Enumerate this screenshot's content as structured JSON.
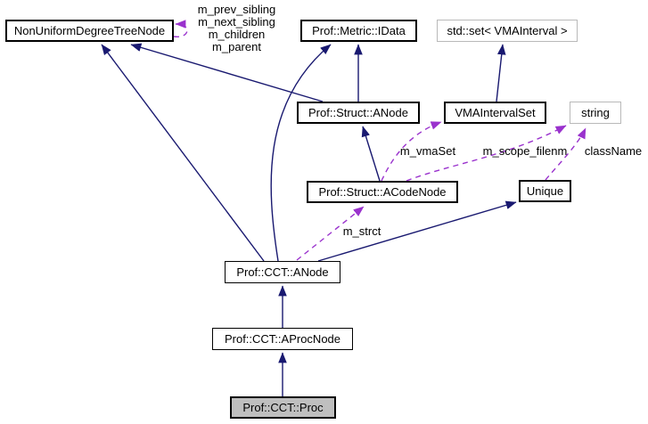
{
  "diagram": {
    "kind": "doxygen-collaboration-graph",
    "colors": {
      "inheritance_edge": "#191970",
      "usage_edge": "#9a32cd",
      "node_border": "#000000",
      "external_node_border": "#b9b9b9",
      "current_node_fill": "#bfbfbf",
      "background": "#ffffff"
    },
    "nodes": [
      {
        "id": "NonUniformDegreeTreeNode",
        "label": "NonUniformDegreeTreeNode",
        "kind": "class"
      },
      {
        "id": "Prof::Metric::IData",
        "label": "Prof::Metric::IData",
        "kind": "class"
      },
      {
        "id": "std::set< VMAInterval >",
        "label": "std::set< VMAInterval >",
        "kind": "external"
      },
      {
        "id": "Prof::Struct::ANode",
        "label": "Prof::Struct::ANode",
        "kind": "class"
      },
      {
        "id": "VMAIntervalSet",
        "label": "VMAIntervalSet",
        "kind": "class"
      },
      {
        "id": "string",
        "label": "string",
        "kind": "external"
      },
      {
        "id": "Prof::Struct::ACodeNode",
        "label": "Prof::Struct::ACodeNode",
        "kind": "class"
      },
      {
        "id": "Unique",
        "label": "Unique",
        "kind": "class"
      },
      {
        "id": "Prof::CCT::ANode",
        "label": "Prof::CCT::ANode",
        "kind": "class"
      },
      {
        "id": "Prof::CCT::AProcNode",
        "label": "Prof::CCT::AProcNode",
        "kind": "class"
      },
      {
        "id": "Prof::CCT::Proc",
        "label": "Prof::CCT::Proc",
        "kind": "current"
      }
    ],
    "edges": [
      {
        "from": "Prof::CCT::ANode",
        "to": "NonUniformDegreeTreeNode",
        "type": "inheritance",
        "label": ""
      },
      {
        "from": "Prof::Struct::ANode",
        "to": "NonUniformDegreeTreeNode",
        "type": "inheritance",
        "label": ""
      },
      {
        "from": "Prof::Struct::ANode",
        "to": "Prof::Metric::IData",
        "type": "inheritance",
        "label": ""
      },
      {
        "from": "Prof::CCT::ANode",
        "to": "Prof::Metric::IData",
        "type": "inheritance",
        "label": ""
      },
      {
        "from": "VMAIntervalSet",
        "to": "std::set< VMAInterval >",
        "type": "inheritance",
        "label": ""
      },
      {
        "from": "Prof::Struct::ACodeNode",
        "to": "Prof::Struct::ANode",
        "type": "inheritance",
        "label": ""
      },
      {
        "from": "Prof::CCT::AProcNode",
        "to": "Prof::CCT::ANode",
        "type": "inheritance",
        "label": ""
      },
      {
        "from": "Prof::CCT::Proc",
        "to": "Prof::CCT::AProcNode",
        "type": "inheritance",
        "label": ""
      },
      {
        "from": "Prof::CCT::ANode",
        "to": "Unique",
        "type": "inheritance",
        "label": ""
      },
      {
        "from": "NonUniformDegreeTreeNode",
        "to": "NonUniformDegreeTreeNode",
        "type": "usage",
        "label": "m_prev_sibling\nm_next_sibling\nm_children\nm_parent"
      },
      {
        "from": "Prof::Struct::ACodeNode",
        "to": "VMAIntervalSet",
        "type": "usage",
        "label": "m_vmaSet"
      },
      {
        "from": "Prof::Struct::ACodeNode",
        "to": "string",
        "type": "usage",
        "label": "m_scope_filenm"
      },
      {
        "from": "Unique",
        "to": "string",
        "type": "usage",
        "label": "className"
      },
      {
        "from": "Prof::CCT::ANode",
        "to": "Prof::Struct::ACodeNode",
        "type": "usage",
        "label": "m_strct"
      }
    ]
  }
}
